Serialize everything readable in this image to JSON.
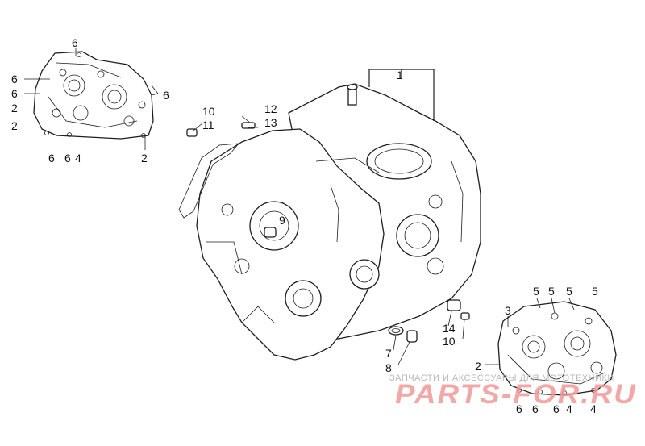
{
  "diagram": {
    "callouts": [
      {
        "id": "c-1",
        "text": "1"
      },
      {
        "id": "c-6-top",
        "text": "6"
      },
      {
        "id": "c-6-l1",
        "text": "6"
      },
      {
        "id": "c-6-l2",
        "text": "6"
      },
      {
        "id": "c-2-l1",
        "text": "2"
      },
      {
        "id": "c-2-l2",
        "text": "2"
      },
      {
        "id": "c-6-lb",
        "text": "6"
      },
      {
        "id": "c-6-lb2",
        "text": "6"
      },
      {
        "id": "c-4-lb",
        "text": "4"
      },
      {
        "id": "c-2-lr",
        "text": "2"
      },
      {
        "id": "c-6-r",
        "text": "6"
      },
      {
        "id": "c-10a",
        "text": "10"
      },
      {
        "id": "c-11",
        "text": "11"
      },
      {
        "id": "c-12",
        "text": "12"
      },
      {
        "id": "c-13",
        "text": "13"
      },
      {
        "id": "c-9",
        "text": "9"
      },
      {
        "id": "c-14",
        "text": "14"
      },
      {
        "id": "c-10b",
        "text": "10"
      },
      {
        "id": "c-7",
        "text": "7"
      },
      {
        "id": "c-8",
        "text": "8"
      },
      {
        "id": "c-5a",
        "text": "5"
      },
      {
        "id": "c-5b",
        "text": "5"
      },
      {
        "id": "c-5c",
        "text": "5"
      },
      {
        "id": "c-5d",
        "text": "5"
      },
      {
        "id": "c-3",
        "text": "3"
      },
      {
        "id": "c-2-rb",
        "text": "2"
      },
      {
        "id": "c-6-rb1",
        "text": "6"
      },
      {
        "id": "c-6-rb2",
        "text": "6"
      },
      {
        "id": "c-6-rb3",
        "text": "6"
      },
      {
        "id": "c-4-rb1",
        "text": "4"
      },
      {
        "id": "c-4-rb2",
        "text": "4"
      }
    ]
  },
  "watermark": {
    "caption": "ЗАПЧАСТИ И АКСЕССУАРЫ ДЛЯ МОТОТЕХНИКИ",
    "logo_text": "PARTS-FOR.RU"
  }
}
